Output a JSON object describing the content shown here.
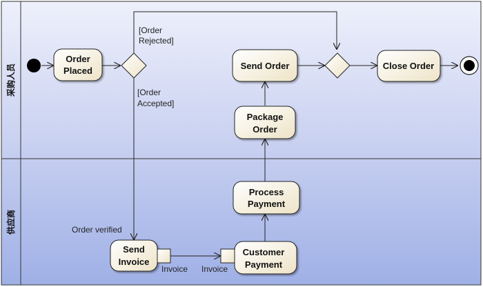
{
  "swimlanes": {
    "top": {
      "label": "采购人员"
    },
    "bottom": {
      "label": "供应商"
    }
  },
  "actions": {
    "order_placed": [
      "Order",
      "Placed"
    ],
    "send_order": [
      "Send Order"
    ],
    "close_order": [
      "Close Order"
    ],
    "package_order": [
      "Package",
      "Order"
    ],
    "process_payment": [
      "Process",
      "Payment"
    ],
    "send_invoice": [
      "Send",
      "Invoice"
    ],
    "customer_payment": [
      "Customer",
      "Payment"
    ]
  },
  "guards": {
    "rejected": [
      "[Order",
      "Rejected]"
    ],
    "accepted": [
      "[Order",
      "Accepted]"
    ],
    "verified": "Order verified"
  },
  "pins": {
    "invoice_out": "Invoice",
    "invoice_in": "Invoice"
  },
  "colors": {
    "lane_top": "#dfe4f5",
    "lane_bottom": "#a9b8e8",
    "node_fill_light": "#fffef5",
    "node_fill_dark": "#e9e0c4",
    "outline": "#222222"
  }
}
